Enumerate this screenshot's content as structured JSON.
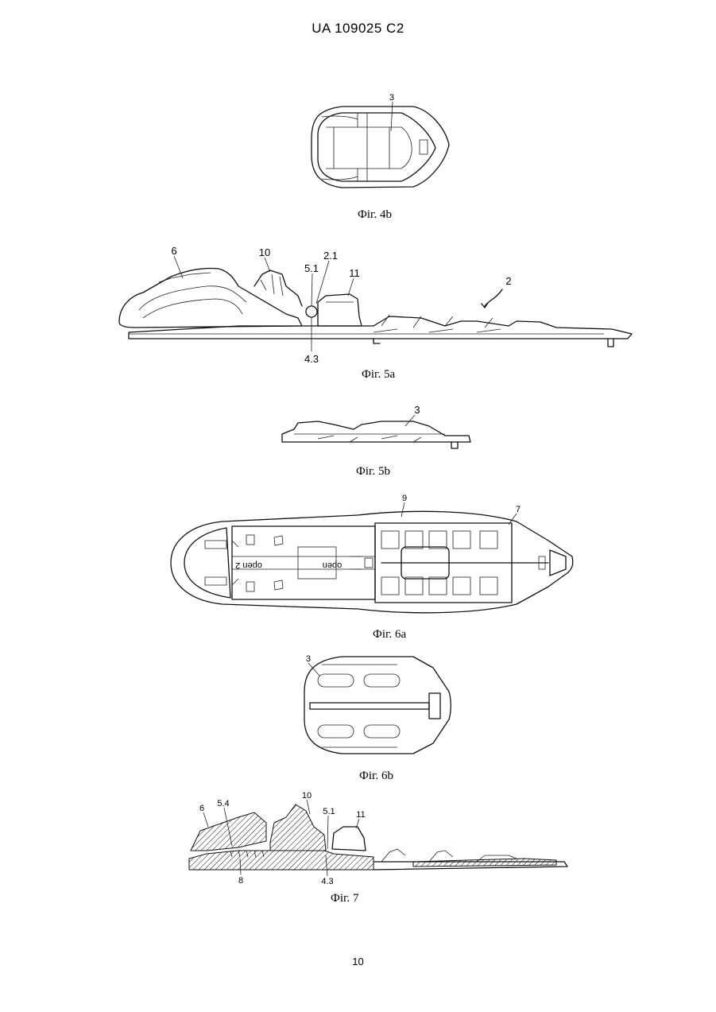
{
  "header": {
    "doc_code": "UA   109025   C2"
  },
  "page_number": "10",
  "figures": [
    {
      "caption": "Фіг. 4b",
      "labels": [
        "3"
      ]
    },
    {
      "caption": "Фіг. 5a",
      "labels": [
        "6",
        "10",
        "5.1",
        "2.1",
        "11",
        "2",
        "4.3"
      ]
    },
    {
      "caption": "Фіг. 5b",
      "labels": [
        "3"
      ]
    },
    {
      "caption": "Фіг. 6a",
      "labels": [
        "9",
        "7"
      ],
      "inscriptions": [
        "open 2",
        "open"
      ]
    },
    {
      "caption": "Фіг. 6b",
      "labels": [
        "3"
      ]
    },
    {
      "caption": "Фіг. 7",
      "labels": [
        "6",
        "5.4",
        "10",
        "5.1",
        "11",
        "8",
        "4.3"
      ]
    }
  ]
}
